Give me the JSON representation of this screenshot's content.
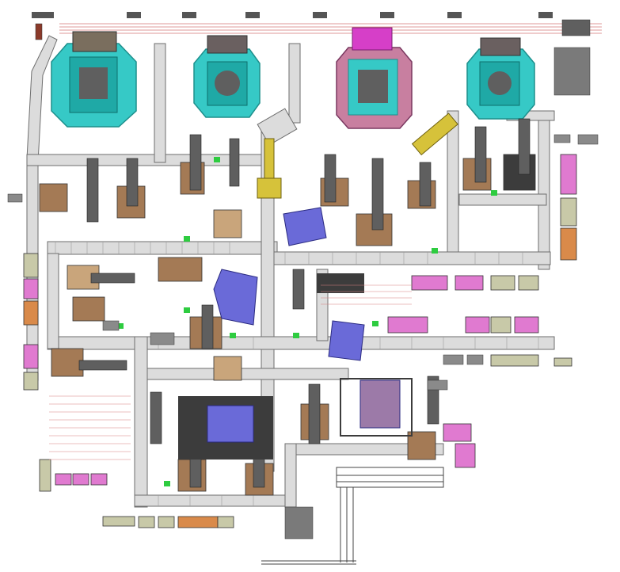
{
  "drawing": {
    "kind": "factory-floor-layout",
    "text_labels": []
  },
  "colors": {
    "background": "#ffffff",
    "conveyor_fill": "#dcdcdc",
    "conveyor_edge": "#6e6e6e",
    "station_teal": "#36c9c6",
    "station_teal_dark": "#1d8f8c",
    "press_magenta": "#d63fc8",
    "fixture_brown": "#a47a55",
    "fixture_tan": "#c9a57b",
    "robot_gray": "#5f5f5f",
    "panel_purple": "#6a6ad8",
    "pink_panel": "#e07ad0",
    "sage_panel": "#c8c9a8",
    "orange_panel": "#d98a4a",
    "yellow_robot": "#d6c23a",
    "green_marker": "#2ecc40",
    "safety_line": "#d88080",
    "dark_base": "#3c3c3c"
  },
  "stations": [
    {
      "id": "press-cell-1",
      "type": "teal-cell"
    },
    {
      "id": "press-cell-2",
      "type": "teal-cell"
    },
    {
      "id": "press-cell-3",
      "type": "pink-cell"
    },
    {
      "id": "press-cell-4",
      "type": "teal-cell"
    }
  ]
}
